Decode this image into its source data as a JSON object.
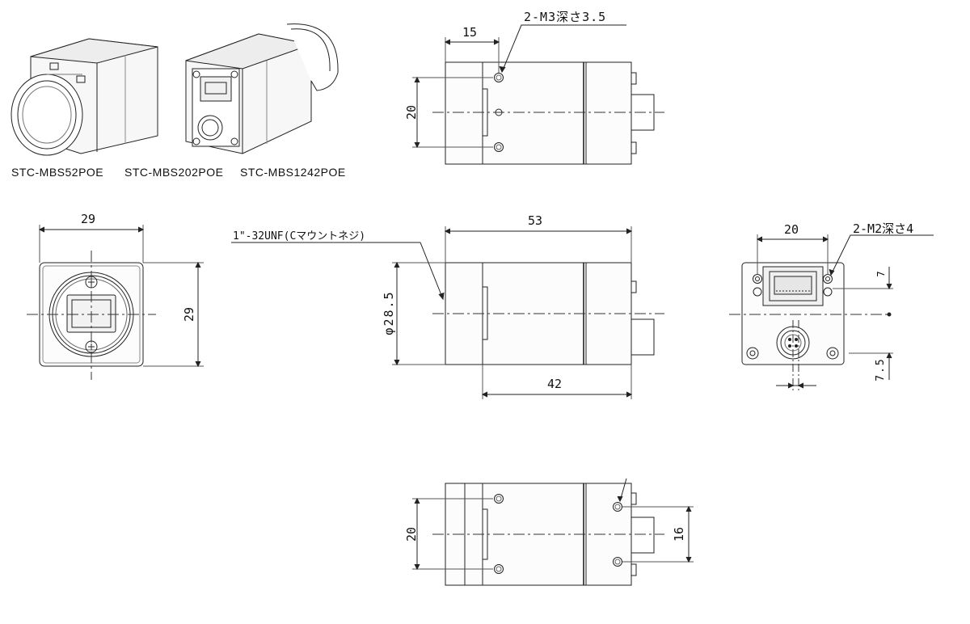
{
  "models": {
    "first": "STC-MBS52POE",
    "second": "STC-MBS202POE",
    "third": "STC-MBS1242POE"
  },
  "top_view": {
    "dim_width": "15",
    "dim_height": "20",
    "thread_note": "2-M3深さ3.5"
  },
  "front_view": {
    "dim_width": "29",
    "dim_height": "29"
  },
  "side_view": {
    "dim_total": "53",
    "dim_body": "42",
    "dim_diameter": "φ28.5",
    "mount_note": "1\"-32UNF(Cマウントネジ)"
  },
  "rear_view": {
    "dim_width": "20",
    "thread_note": "2-M2深さ4",
    "dim_offset_top": "7",
    "dim_offset_bottom": "7.5"
  },
  "bottom_view": {
    "dim_height": "20",
    "dim_connector": "16"
  }
}
